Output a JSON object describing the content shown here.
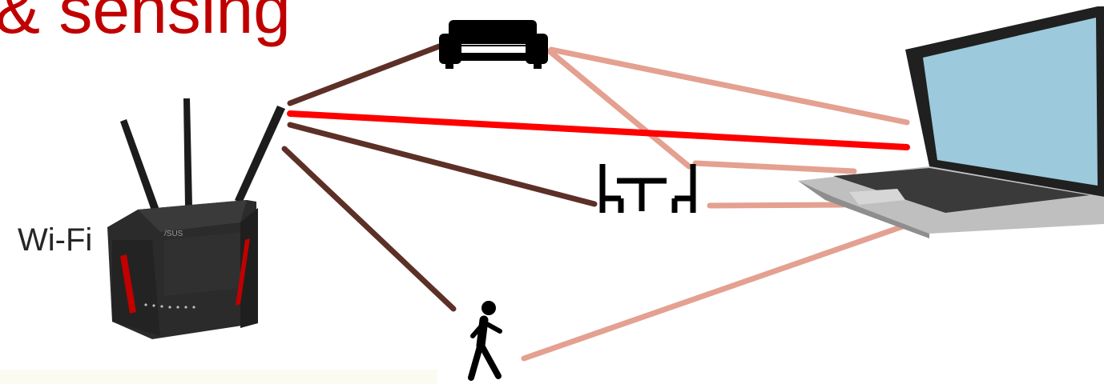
{
  "title_fragment": "& sensing",
  "wifi_label": "Wi-Fi",
  "router_brand": "/SUS",
  "colors": {
    "title": "#c00000",
    "direct_path": "#ff0000",
    "router_reflection": "#5c3027",
    "object_to_laptop": "#e4a090",
    "laptop_screen": "#9ccadc"
  },
  "icons": [
    "router-icon",
    "sofa-icon",
    "dining-table-icon",
    "walking-person-icon",
    "laptop-icon"
  ]
}
